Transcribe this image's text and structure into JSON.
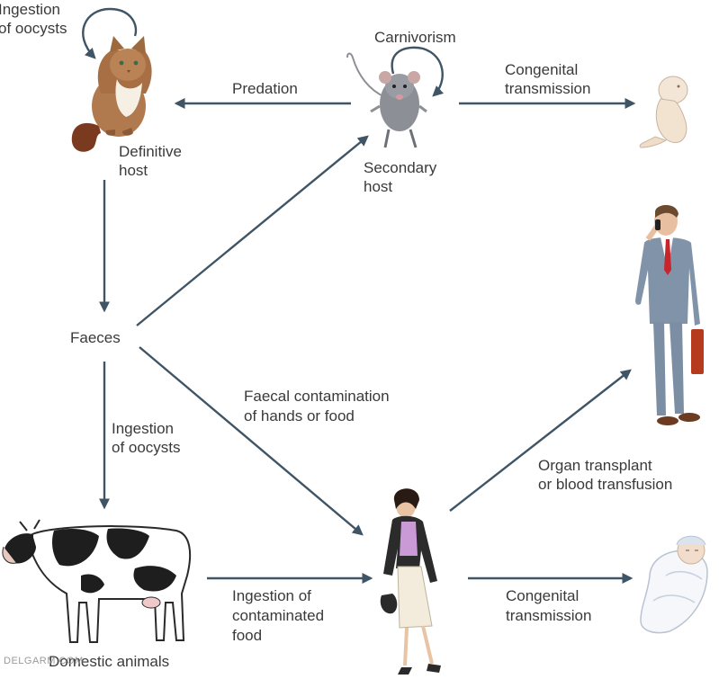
{
  "labels": {
    "ingestion_oocysts_top_1": "Ingestion",
    "ingestion_oocysts_top_2": "of oocysts",
    "carnivorism": "Carnivorism",
    "predation": "Predation",
    "congenital_top_1": "Congenital",
    "congenital_top_2": "transmission",
    "definitive_host_1": "Definitive",
    "definitive_host_2": "host",
    "secondary_host_1": "Secondary",
    "secondary_host_2": "host",
    "faeces": "Faeces",
    "faecal_contamination_1": "Faecal contamination",
    "faecal_contamination_2": "of hands or food",
    "ingestion_oocysts_left_1": "Ingestion",
    "ingestion_oocysts_left_2": "of oocysts",
    "organ_transplant_1": "Organ transplant",
    "organ_transplant_2": "or blood transfusion",
    "ingestion_food_1": "Ingestion of",
    "ingestion_food_2": "contaminated",
    "ingestion_food_3": "food",
    "congenital_bottom_1": "Congenital",
    "congenital_bottom_2": "transmission",
    "domestic_animals": "Domestic animals"
  },
  "watermark": "DELGARM.COM",
  "colors": {
    "arrow": "#3f5566",
    "text": "#3a3a3a",
    "cat_fur": "#b07a4e",
    "mouse_fur": "#8d8f96",
    "suit": "#8193a8",
    "tie": "#c8242b",
    "blouse": "#c99ad6",
    "skirt": "#f3ecdc"
  },
  "icons": [
    "cat-icon",
    "mouse-icon",
    "fetus-icon",
    "businessman-icon",
    "cow-icon",
    "woman-icon",
    "swaddled-baby-icon"
  ]
}
